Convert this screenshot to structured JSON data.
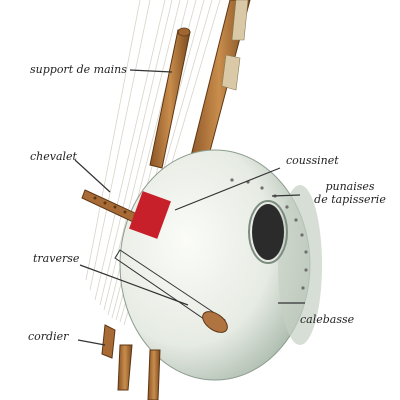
{
  "diagram": {
    "labels": {
      "support_de_mains": "support de mains",
      "chevalet": "chevalet",
      "coussinet": "coussinet",
      "punaises_line1": "punaises",
      "punaises_line2": "de tapisserie",
      "traverse": "traverse",
      "calebasse": "calebasse",
      "cordier": "cordier"
    }
  },
  "colors": {
    "wood": "#b5773a",
    "wood_dark": "#7a4a1f",
    "gourd_skin": "#eef0ea",
    "gourd_shade": "#b8c3b6",
    "cushion": "#c8202a",
    "string": "#d8d4c8",
    "leader": "#333333"
  }
}
